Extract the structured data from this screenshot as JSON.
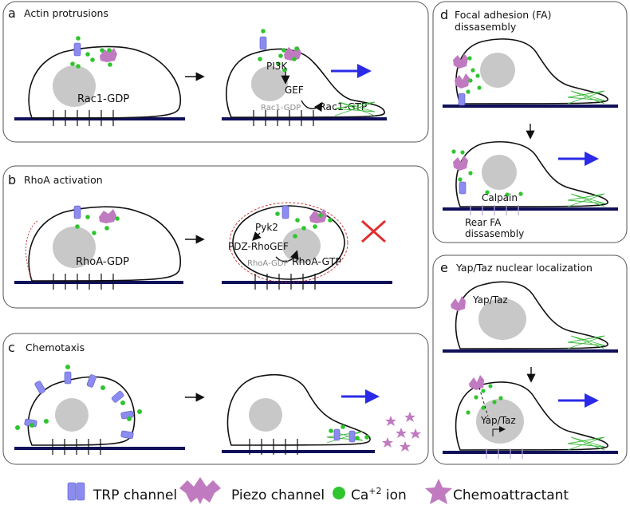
{
  "panels": {
    "a": {
      "letter": "a",
      "title": "Actin protrusions",
      "cell1_label": "Rac1-GDP",
      "pi3k": "PI3K",
      "gef": "GEF",
      "rac1_gdp": "Rac1-GDP",
      "rac1_gtp": "Rac1-GTP"
    },
    "b": {
      "letter": "b",
      "title": "RhoA activation",
      "cell1_label": "RhoA-GDP",
      "pyk2": "Pyk2",
      "pdz": "PDZ-RhoGEF",
      "rhoa_gdp": "RhoA-GDP",
      "rhoa_gtp": "RhoA-GTP"
    },
    "c": {
      "letter": "c",
      "title": "Chemotaxis"
    },
    "d": {
      "letter": "d",
      "title_line1": "Focal adhesion (FA)",
      "title_line2": "dissasembly",
      "calpain": "Calpain",
      "rear1": "Rear FA",
      "rear2": "dissasembly"
    },
    "e": {
      "letter": "e",
      "title": "Yap/Taz nuclear localization",
      "yap_top": "Yap/Taz",
      "yap_bottom": "Yap/Taz"
    }
  },
  "legend": {
    "trp": "TRP channel",
    "piezo": "Piezo channel",
    "ca": "Ca",
    "ca_sup": "+2",
    "ca_suffix": " ion",
    "chemo": "Chemoattractant"
  },
  "colors": {
    "trp": "#8c8cf0",
    "piezo": "#c07ac0",
    "ca": "#2ec52e",
    "ground": "#0f0f5a",
    "arrow_blue": "#2a2ae8",
    "cross": "#e03030"
  }
}
